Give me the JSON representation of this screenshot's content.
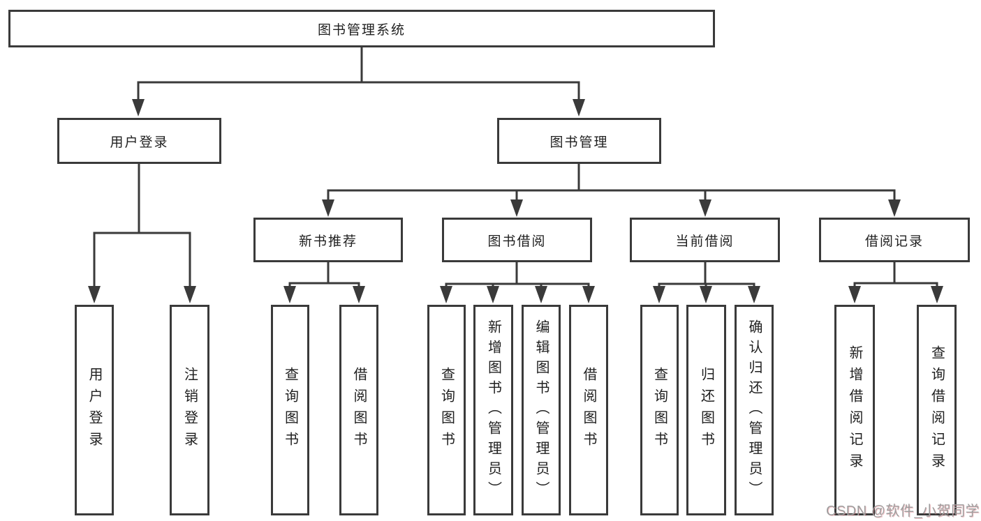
{
  "diagram_title": "图书管理系统",
  "tree": {
    "label": "图书管理系统",
    "children": [
      {
        "label": "用户登录",
        "children": [
          {
            "label": "用户登录"
          },
          {
            "label": "注销登录"
          }
        ]
      },
      {
        "label": "图书管理",
        "children": [
          {
            "label": "新书推荐",
            "children": [
              {
                "label": "查询图书"
              },
              {
                "label": "借阅图书"
              }
            ]
          },
          {
            "label": "图书借阅",
            "children": [
              {
                "label": "查询图书"
              },
              {
                "label": "新增图书（管理员）"
              },
              {
                "label": "编辑图书（管理员）"
              },
              {
                "label": "借阅图书"
              }
            ]
          },
          {
            "label": "当前借阅",
            "children": [
              {
                "label": "查询图书"
              },
              {
                "label": "归还图书"
              },
              {
                "label": "确认归还（管理员）"
              }
            ]
          },
          {
            "label": "借阅记录",
            "children": [
              {
                "label": "新增借阅记录"
              },
              {
                "label": "查询借阅记录"
              }
            ]
          }
        ]
      }
    ]
  },
  "watermark": {
    "text": "CSDN @软件_小贺同学",
    "color": "#9e9e9e"
  },
  "colors": {
    "line": "#3a3a3a",
    "box_border": "#3a3a3a",
    "text": "#1f1f1f",
    "background": "#ffffff"
  }
}
